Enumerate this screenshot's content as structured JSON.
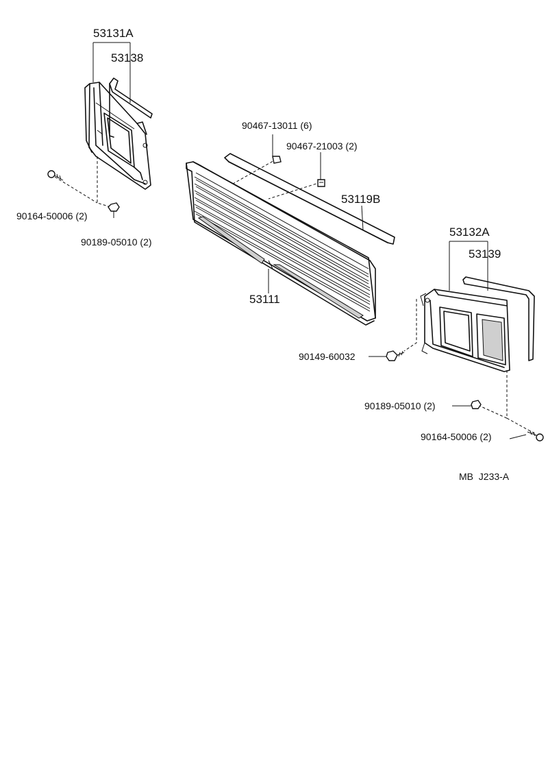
{
  "parts": {
    "left_frame": "53131A",
    "left_trim": "53138",
    "right_frame": "53132A",
    "right_trim": "53139",
    "grille": "53111",
    "grille_molding": "53119B"
  },
  "fasteners": {
    "clip_top": "90467-13011 (6)",
    "clip_right": "90467-21003 (2)",
    "screw_left": "90164-50006 (2)",
    "nut_left": "90189-05010 (2)",
    "bolt_right": "90149-60032",
    "nut_right": "90189-05010 (2)",
    "screw_right": "90164-50006 (2)"
  },
  "diagram_code": "MB  J233-A"
}
